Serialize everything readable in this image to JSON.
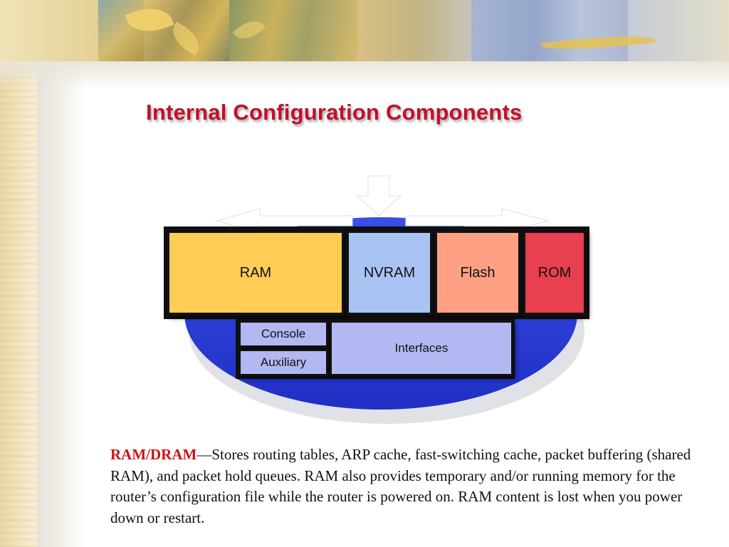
{
  "slide": {
    "title": "Internal Configuration Components"
  },
  "diagram": {
    "components": {
      "ram": "RAM",
      "nvram": "NVRAM",
      "flash": "Flash",
      "rom": "ROM",
      "console": "Console",
      "auxiliary": "Auxiliary",
      "interfaces": "Interfaces"
    },
    "colors": {
      "disc": "#2c3fd9",
      "ram": "#ffcc55",
      "nvram": "#a9c4f2",
      "flash": "#ff9f84",
      "rom": "#e8404e",
      "port": "#b3b8f2"
    }
  },
  "body": {
    "term": "RAM/DRAM",
    "description": "—Stores routing tables, ARP cache, fast-switching cache, packet buffering (shared RAM), and packet hold queues. RAM also provides temporary and/or running memory for the router’s configuration file while the router is powered on. RAM content is lost when you power down or restart."
  }
}
